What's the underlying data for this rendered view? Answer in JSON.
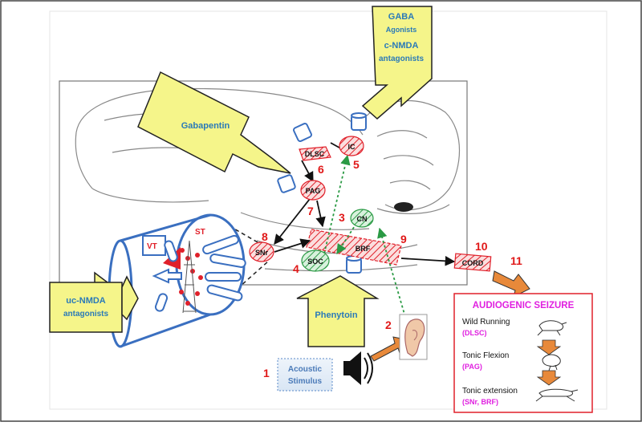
{
  "drugs": {
    "gaba_line1": "GABA",
    "gaba_line2": "Agonists",
    "gaba_line3": "c-NMDA",
    "gaba_line4": "antagonists",
    "gabapentin": "Gabapentin",
    "ucnmda_line1": "uc-NMDA",
    "ucnmda_line2": "antagonists",
    "phenytoin": "Phenytoin"
  },
  "nuclei": {
    "ic": "IC",
    "dlsc": "DLSC",
    "pag": "PAG",
    "cn": "CN",
    "brf": "BRF",
    "soc": "SOC",
    "snr": "SNr",
    "cord": "CORD",
    "vt": "VT",
    "st": "ST"
  },
  "steps": {
    "n1": "1",
    "n2": "2",
    "n3": "3",
    "n4": "4",
    "n5": "5",
    "n6": "6",
    "n7": "7",
    "n8": "8",
    "n9": "9",
    "n10": "10",
    "n11": "11"
  },
  "stimulus": {
    "line1": "Acoustic",
    "line2": "Stimulus"
  },
  "seizure_box": {
    "title": "AUDIOGENIC SEIZURE",
    "stage1": "Wild Running",
    "stage1_region": "(DLSC)",
    "stage2": "Tonic Flexion",
    "stage2_region": "(PAG)",
    "stage3": "Tonic extension",
    "stage3_region": "(SNr, BRF)"
  },
  "colors": {
    "drug_fill": "#f5f58a",
    "drug_text": "#2a7ab8",
    "red_nucleus": "#e0202a",
    "green_nucleus": "#2a9a44",
    "step_number": "#e01818",
    "seizure_title": "#e020e0",
    "receptor": "#3a6fc0",
    "arrow_orange": "#e8893a"
  }
}
